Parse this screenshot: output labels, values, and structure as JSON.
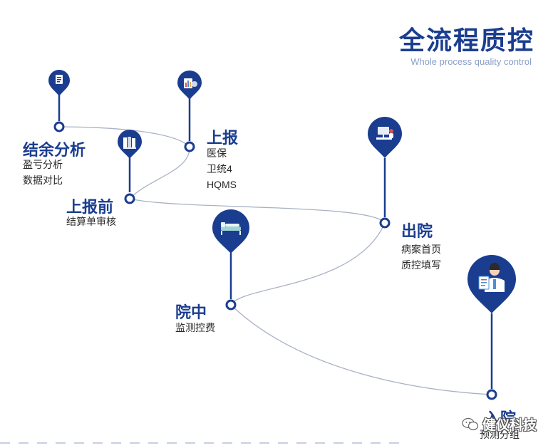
{
  "header": {
    "title": "全流程质控",
    "subtitle": "Whole process quality control"
  },
  "colors": {
    "accent": "#1a3d8f",
    "line": "#a9b2c4",
    "pin": "#1a3d8f"
  },
  "nodes": [
    {
      "id": "settlement-analysis",
      "title": "结余分析",
      "desc": [
        "盈亏分析",
        "数据对比"
      ],
      "icon": "document-icon"
    },
    {
      "id": "report",
      "title": "上报",
      "desc": [
        "医保",
        "卫统4",
        "HQMS"
      ],
      "icon": "report-chart-icon"
    },
    {
      "id": "pre-report",
      "title": "上报前",
      "desc": [
        "结算单审核"
      ],
      "icon": "audit-books-icon"
    },
    {
      "id": "discharge",
      "title": "出院",
      "desc": [
        "病案首页",
        "质控填写"
      ],
      "icon": "computer-desk-icon"
    },
    {
      "id": "in-hospital",
      "title": "院中",
      "desc": [
        "监测控费"
      ],
      "icon": "hospital-bed-icon"
    },
    {
      "id": "admission",
      "title": "入院",
      "desc": [
        "预测分组"
      ],
      "icon": "doctor-icon"
    }
  ],
  "watermark": {
    "text": "健仪科技",
    "icon": "wechat-icon"
  }
}
